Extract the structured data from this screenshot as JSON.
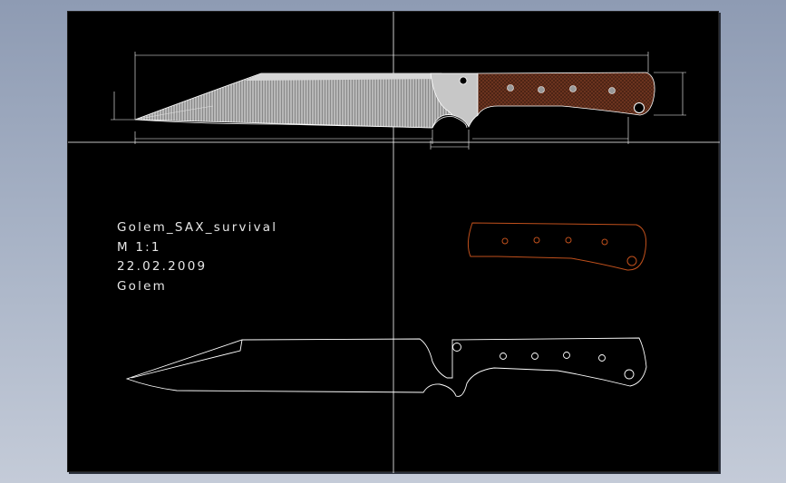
{
  "title_block": {
    "name": "Golem_SAX_survival",
    "scale": "M  1:1",
    "date": "22.02.2009",
    "author": "Golem"
  },
  "colors": {
    "page_background": "#a3aec2",
    "sheet": "#000000",
    "lines": "#ffffff",
    "blade_fill": "#c9c9c9",
    "handle_scale": "#7a3a20",
    "handle_outline": "#c0501c"
  },
  "views": [
    "shaded-knife-elevation",
    "handle-scale-outline",
    "knife-profile-outline"
  ]
}
